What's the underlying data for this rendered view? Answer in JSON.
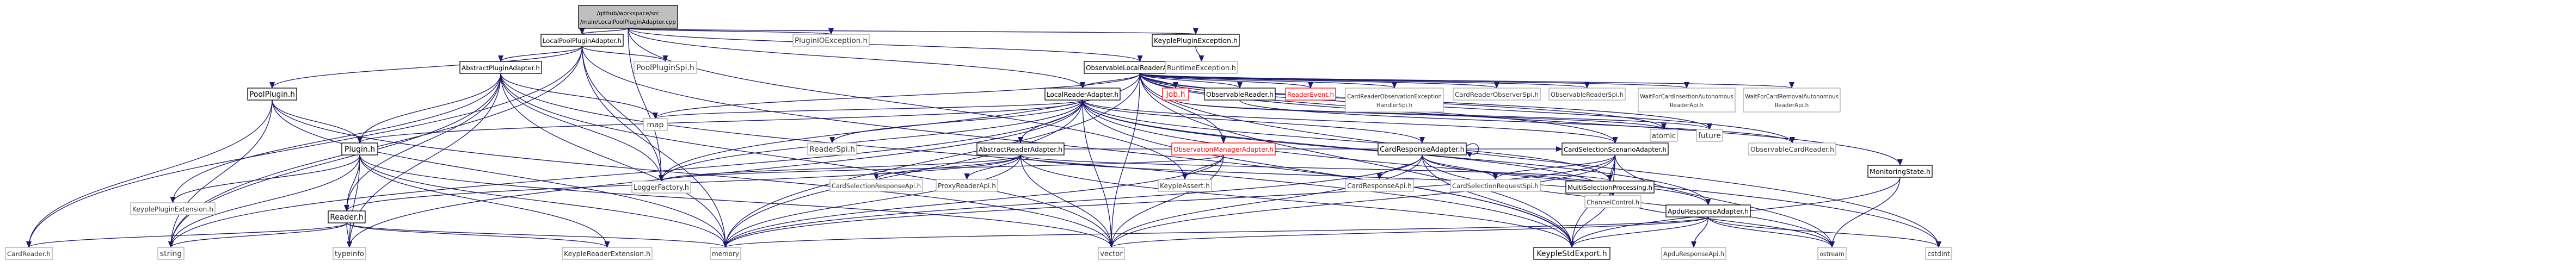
{
  "nodes": [
    {
      "id": "root",
      "label": "/github/workspace/src/main/LocalPoolPluginAdapter.cpp",
      "style": "root"
    },
    {
      "id": "lppa_h",
      "label": "LocalPoolPluginAdapter.h",
      "style": "black"
    },
    {
      "id": "pie_h",
      "label": "PluginIOException.h",
      "style": "grey"
    },
    {
      "id": "kpe_h",
      "label": "KeyplePluginException.h",
      "style": "black"
    },
    {
      "id": "apa_h",
      "label": "AbstractPluginAdapter.h",
      "style": "black"
    },
    {
      "id": "pps_h",
      "label": "PoolPluginSpi.h",
      "style": "grey"
    },
    {
      "id": "olra_h",
      "label": "ObservableLocalReaderAdapter.h",
      "style": "black"
    },
    {
      "id": "rte_h",
      "label": "RuntimeException.h",
      "style": "grey"
    },
    {
      "id": "pp_h",
      "label": "PoolPlugin.h",
      "style": "black"
    },
    {
      "id": "lra_h",
      "label": "LocalReaderAdapter.h",
      "style": "black"
    },
    {
      "id": "job_h",
      "label": "Job.h",
      "style": "red"
    },
    {
      "id": "or_h",
      "label": "ObservableReader.h",
      "style": "black"
    },
    {
      "id": "re_h",
      "label": "ReaderEvent.h",
      "style": "red"
    },
    {
      "id": "croe_h",
      "label": "CardReaderObservationExceptionHandlerSpi.h",
      "style": "grey"
    },
    {
      "id": "cros_h",
      "label": "CardReaderObserverSpi.h",
      "style": "grey"
    },
    {
      "id": "ors_h",
      "label": "ObservableReaderSpi.h",
      "style": "grey"
    },
    {
      "id": "wfci_h",
      "label": "WaitForCardInsertionAutonomousReaderApi.h",
      "style": "grey"
    },
    {
      "id": "wfcr_h",
      "label": "WaitForCardRemovalAutonomousReaderApi.h",
      "style": "grey"
    },
    {
      "id": "map",
      "label": "map",
      "style": "grey"
    },
    {
      "id": "plugin_h",
      "label": "Plugin.h",
      "style": "black"
    },
    {
      "id": "rs_h",
      "label": "ReaderSpi.h",
      "style": "grey"
    },
    {
      "id": "ara_h",
      "label": "AbstractReaderAdapter.h",
      "style": "black"
    },
    {
      "id": "oma_h",
      "label": "ObservationManagerAdapter.h",
      "style": "red"
    },
    {
      "id": "cra_h",
      "label": "CardResponseAdapter.h",
      "style": "black"
    },
    {
      "id": "cssa_h",
      "label": "CardSelectionScenarioAdapter.h",
      "style": "black"
    },
    {
      "id": "atomic",
      "label": "atomic",
      "style": "grey"
    },
    {
      "id": "future",
      "label": "future",
      "style": "grey"
    },
    {
      "id": "ocr_h",
      "label": "ObservableCardReader.h",
      "style": "grey"
    },
    {
      "id": "ms_h",
      "label": "MonitoringState.h",
      "style": "black"
    },
    {
      "id": "kpext_h",
      "label": "KeyplePluginExtension.h",
      "style": "grey"
    },
    {
      "id": "reader_h",
      "label": "Reader.h",
      "style": "black"
    },
    {
      "id": "lf_h",
      "label": "LoggerFactory.h",
      "style": "grey"
    },
    {
      "id": "csra_h",
      "label": "CardSelectionResponseApi.h",
      "style": "grey"
    },
    {
      "id": "prs_h",
      "label": "ProxyReaderApi.h",
      "style": "grey"
    },
    {
      "id": "ka_h",
      "label": "KeypleAssert.h",
      "style": "grey"
    },
    {
      "id": "cras_h",
      "label": "CardResponseApi.h",
      "style": "grey"
    },
    {
      "id": "csrs_h",
      "label": "CardSelectionRequestSpi.h",
      "style": "grey"
    },
    {
      "id": "msp_h",
      "label": "MultiSelectionProcessing.h",
      "style": "black"
    },
    {
      "id": "cc_h",
      "label": "ChannelControl.h",
      "style": "grey"
    },
    {
      "id": "apdu_h",
      "label": "ApduResponseAdapter.h",
      "style": "black"
    },
    {
      "id": "cr_h",
      "label": "CardReader.h",
      "style": "grey"
    },
    {
      "id": "string",
      "label": "string",
      "style": "grey"
    },
    {
      "id": "typeinfo",
      "label": "typeinfo",
      "style": "grey"
    },
    {
      "id": "kre_h",
      "label": "KeypleReaderExtension.h",
      "style": "grey"
    },
    {
      "id": "memory",
      "label": "memory",
      "style": "grey"
    },
    {
      "id": "vector",
      "label": "vector",
      "style": "grey"
    },
    {
      "id": "kse_h",
      "label": "KeypleStdExport.h",
      "style": "black"
    },
    {
      "id": "apduapi_h",
      "label": "ApduResponseApi.h",
      "style": "grey"
    },
    {
      "id": "ostream",
      "label": "ostream",
      "style": "grey"
    },
    {
      "id": "cstdint",
      "label": "cstdint",
      "style": "grey"
    }
  ],
  "edges": [
    [
      "root",
      "lppa_h"
    ],
    [
      "root",
      "pie_h"
    ],
    [
      "root",
      "kpe_h"
    ],
    [
      "root",
      "olra_h"
    ],
    [
      "root",
      "lra_h"
    ],
    [
      "root",
      "ka_h"
    ],
    [
      "root",
      "lf_h"
    ],
    [
      "lppa_h",
      "apa_h"
    ],
    [
      "lppa_h",
      "pps_h"
    ],
    [
      "lppa_h",
      "pp_h"
    ],
    [
      "lppa_h",
      "lf_h"
    ],
    [
      "lppa_h",
      "memory"
    ],
    [
      "lppa_h",
      "string"
    ],
    [
      "lppa_h",
      "cr_h"
    ],
    [
      "lppa_h",
      "kse_h"
    ],
    [
      "kpe_h",
      "rte_h"
    ],
    [
      "apa_h",
      "plugin_h"
    ],
    [
      "apa_h",
      "map"
    ],
    [
      "apa_h",
      "lf_h"
    ],
    [
      "apa_h",
      "reader_h"
    ],
    [
      "apa_h",
      "kpext_h"
    ],
    [
      "apa_h",
      "memory"
    ],
    [
      "apa_h",
      "typeinfo"
    ],
    [
      "apa_h",
      "string"
    ],
    [
      "apa_h",
      "kse_h"
    ],
    [
      "apa_h",
      "vector"
    ],
    [
      "pp_h",
      "plugin_h"
    ],
    [
      "pp_h",
      "string"
    ],
    [
      "pp_h",
      "memory"
    ],
    [
      "pp_h",
      "vector"
    ],
    [
      "pp_h",
      "cr_h"
    ],
    [
      "plugin_h",
      "reader_h"
    ],
    [
      "plugin_h",
      "kpext_h"
    ],
    [
      "plugin_h",
      "memory"
    ],
    [
      "plugin_h",
      "string"
    ],
    [
      "plugin_h",
      "typeinfo"
    ],
    [
      "plugin_h",
      "vector"
    ],
    [
      "plugin_h",
      "kre_h"
    ],
    [
      "reader_h",
      "cr_h"
    ],
    [
      "reader_h",
      "kre_h"
    ],
    [
      "reader_h",
      "string"
    ],
    [
      "reader_h",
      "typeinfo"
    ],
    [
      "reader_h",
      "memory"
    ],
    [
      "olra_h",
      "lra_h"
    ],
    [
      "olra_h",
      "job_h"
    ],
    [
      "olra_h",
      "or_h"
    ],
    [
      "olra_h",
      "re_h"
    ],
    [
      "olra_h",
      "croe_h"
    ],
    [
      "olra_h",
      "cros_h"
    ],
    [
      "olra_h",
      "ors_h"
    ],
    [
      "olra_h",
      "wfci_h"
    ],
    [
      "olra_h",
      "wfcr_h"
    ],
    [
      "olra_h",
      "oma_h"
    ],
    [
      "olra_h",
      "cssa_h"
    ],
    [
      "olra_h",
      "ms_h"
    ],
    [
      "olra_h",
      "ocr_h"
    ],
    [
      "olra_h",
      "atomic"
    ],
    [
      "olra_h",
      "future"
    ],
    [
      "olra_h",
      "lf_h"
    ],
    [
      "olra_h",
      "map"
    ],
    [
      "olra_h",
      "memory"
    ],
    [
      "olra_h",
      "vector"
    ],
    [
      "olra_h",
      "cstdint"
    ],
    [
      "olra_h",
      "kse_h"
    ],
    [
      "job_h",
      "atomic"
    ],
    [
      "job_h",
      "future"
    ],
    [
      "or_h",
      "ocr_h"
    ],
    [
      "lra_h",
      "ara_h"
    ],
    [
      "lra_h",
      "rs_h"
    ],
    [
      "lra_h",
      "map"
    ],
    [
      "lra_h",
      "cra_h"
    ],
    [
      "lra_h",
      "cssa_h"
    ],
    [
      "lra_h",
      "apdu_h"
    ],
    [
      "lra_h",
      "cc_h"
    ],
    [
      "lra_h",
      "msp_h"
    ],
    [
      "lra_h",
      "lf_h"
    ],
    [
      "lra_h",
      "memory"
    ],
    [
      "lra_h",
      "string"
    ],
    [
      "lra_h",
      "typeinfo"
    ],
    [
      "lra_h",
      "vector"
    ],
    [
      "lra_h",
      "kse_h"
    ],
    [
      "lra_h",
      "cstdint"
    ],
    [
      "lra_h",
      "plugin_h"
    ],
    [
      "ara_h",
      "csra_h"
    ],
    [
      "ara_h",
      "prs_h"
    ],
    [
      "ara_h",
      "lf_h"
    ],
    [
      "ara_h",
      "reader_h"
    ],
    [
      "ara_h",
      "msp_h"
    ],
    [
      "ara_h",
      "cc_h"
    ],
    [
      "ara_h",
      "memory"
    ],
    [
      "ara_h",
      "vector"
    ],
    [
      "ara_h",
      "kse_h"
    ],
    [
      "ara_h",
      "cssa_h"
    ],
    [
      "oma_h",
      "ka_h"
    ],
    [
      "oma_h",
      "lf_h"
    ],
    [
      "oma_h",
      "memory"
    ],
    [
      "oma_h",
      "vector"
    ],
    [
      "cra_h",
      "cras_h"
    ],
    [
      "cra_h",
      "csrs_h"
    ],
    [
      "cra_h",
      "apdu_h"
    ],
    [
      "cra_h",
      "memory"
    ],
    [
      "cra_h",
      "vector"
    ],
    [
      "cra_h",
      "kse_h"
    ],
    [
      "cra_h",
      "ostream"
    ],
    [
      "cra_h",
      "cra_h"
    ],
    [
      "cssa_h",
      "msp_h"
    ],
    [
      "cssa_h",
      "cc_h"
    ],
    [
      "cssa_h",
      "csrs_h"
    ],
    [
      "cssa_h",
      "memory"
    ],
    [
      "cssa_h",
      "vector"
    ],
    [
      "cssa_h",
      "kse_h"
    ],
    [
      "cssa_h",
      "ostream"
    ],
    [
      "ms_h",
      "ostream"
    ],
    [
      "ms_h",
      "kse_h"
    ],
    [
      "msp_h",
      "ostream"
    ],
    [
      "msp_h",
      "kse_h"
    ],
    [
      "apdu_h",
      "apduapi_h"
    ],
    [
      "apdu_h",
      "memory"
    ],
    [
      "apdu_h",
      "vector"
    ],
    [
      "apdu_h",
      "ostream"
    ],
    [
      "apdu_h",
      "cstdint"
    ],
    [
      "apdu_h",
      "kse_h"
    ]
  ],
  "colors": {
    "edge": "#191970",
    "box_border": "#000000",
    "box_border_grey": "#aaaaaa",
    "box_border_red": "#ff0000",
    "root_fill": "#bfbfbf",
    "box_fill": "#ffffff"
  }
}
